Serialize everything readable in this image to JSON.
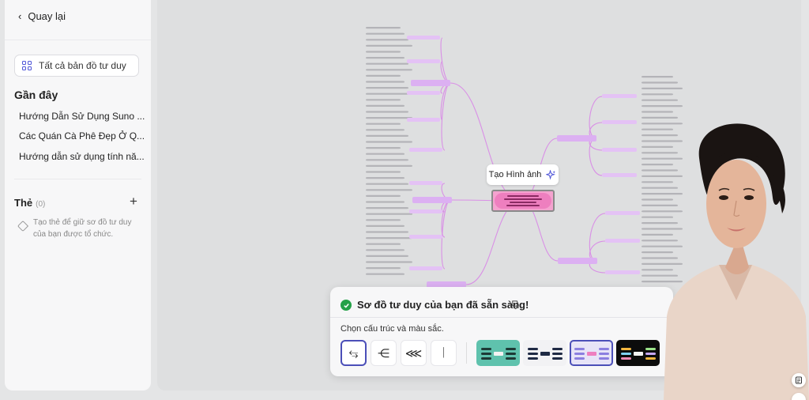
{
  "sidebar": {
    "back_label": "Quay lại",
    "all_maps_label": "Tất cả bản đồ tư duy",
    "recent_heading": "Gần đây",
    "recent_items": [
      "Hướng Dẫn Sử Dụng Suno ...",
      "Các Quán Cà Phê Đẹp Ở Q...",
      "Hướng dẫn sử dụng tính nă..."
    ],
    "tags_heading": "Thẻ",
    "tags_count": "(0)",
    "tags_hint": "Tạo thẻ để giữ sơ đồ tư duy của bạn được tổ chức."
  },
  "canvas": {
    "generate_image_label": "Tạo Hình ảnh"
  },
  "popup": {
    "title": "Sơ đồ tư duy của bạn đã sẵn sàng!",
    "subtitle": "Chọn cấu trúc và màu sắc.",
    "structure_options": [
      {
        "icon": "bidirectional-structure-icon",
        "glyph": "⥃",
        "selected": true
      },
      {
        "icon": "left-branch-structure-icon",
        "glyph": "⋲",
        "selected": false
      },
      {
        "icon": "double-left-structure-icon",
        "glyph": "⋘",
        "selected": false
      },
      {
        "icon": "tree-structure-icon",
        "glyph": "ᛁ",
        "selected": false
      }
    ],
    "color_options": [
      {
        "name": "teal-theme",
        "bg": "#5fc2ad",
        "selected": false
      },
      {
        "name": "dark-blue-theme",
        "bg": "#f2f2f4",
        "selected": false
      },
      {
        "name": "pastel-theme",
        "bg": "#e7e4f7",
        "selected": true
      },
      {
        "name": "black-theme",
        "bg": "#0c0c0c",
        "selected": false
      }
    ]
  },
  "colors": {
    "accent": "#4f55d8",
    "success": "#24a148",
    "node_pink": "#ee7fbf",
    "branch_purple": "#d9a8f0"
  }
}
